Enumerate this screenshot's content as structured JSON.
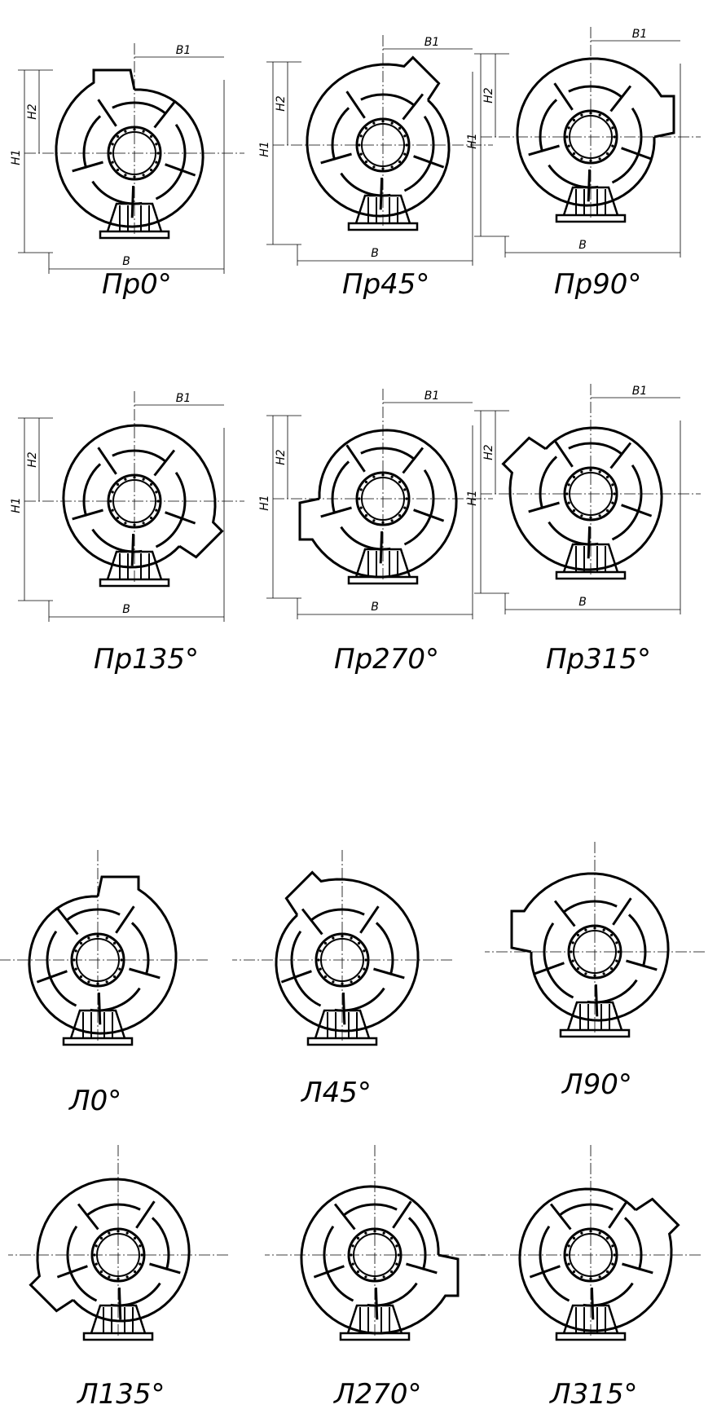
{
  "fans": [
    {
      "id": "pr0",
      "label": "Пр0°",
      "dims": true
    },
    {
      "id": "pr45",
      "label": "Пр45°",
      "dims": true
    },
    {
      "id": "pr90",
      "label": "Пр90°",
      "dims": true
    },
    {
      "id": "pr135",
      "label": "Пр135°",
      "dims": true
    },
    {
      "id": "pr270",
      "label": "Пр270°",
      "dims": true
    },
    {
      "id": "pr315",
      "label": "Пр315°",
      "dims": true
    },
    {
      "id": "l0",
      "label": "Л0°",
      "dims": false
    },
    {
      "id": "l45",
      "label": "Л45°",
      "dims": false
    },
    {
      "id": "l90",
      "label": "Л90°",
      "dims": false
    },
    {
      "id": "l135",
      "label": "Л135°",
      "dims": false
    },
    {
      "id": "l270",
      "label": "Л270°",
      "dims": false
    },
    {
      "id": "l315",
      "label": "Л315°",
      "dims": false
    }
  ],
  "dimension_labels": {
    "h1": "H1",
    "h2": "H2",
    "b": "B",
    "b1": "B1"
  }
}
